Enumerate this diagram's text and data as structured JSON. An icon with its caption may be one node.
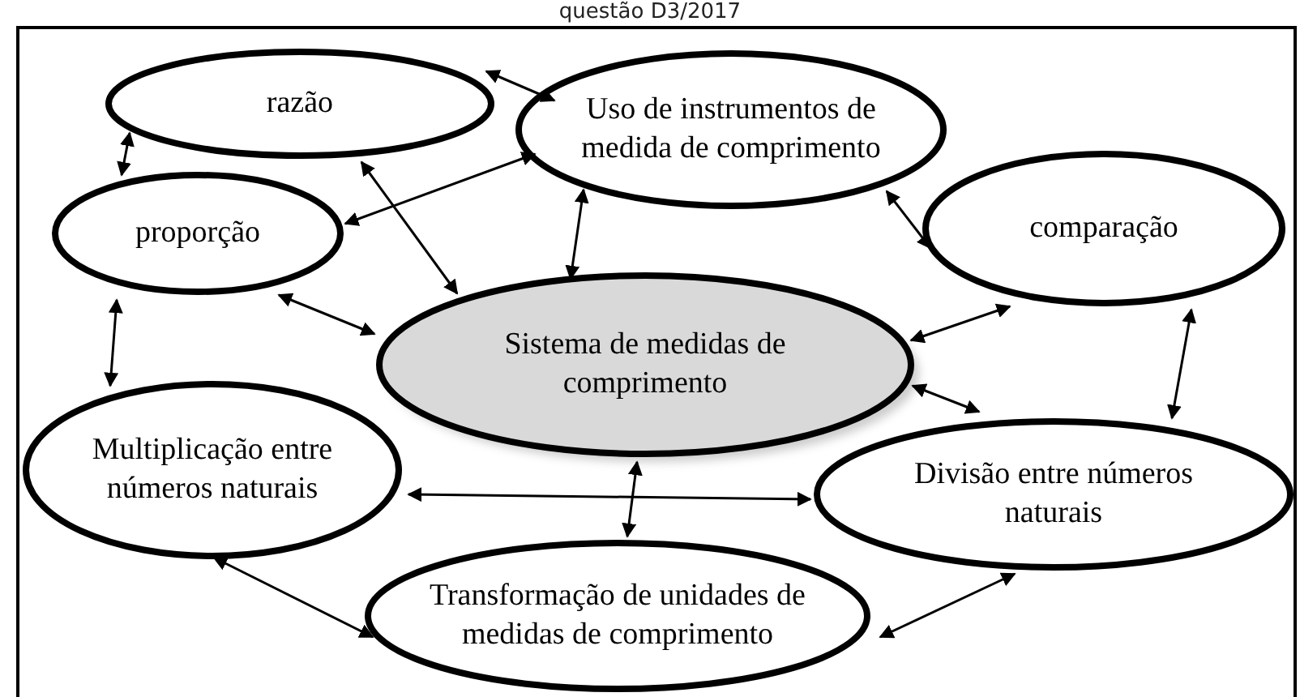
{
  "diagram": {
    "title": "questão D3/2017",
    "nodes": [
      {
        "text": [
          "razão"
        ]
      },
      {
        "text": [
          "Uso de instrumentos de medida de comprimento"
        ]
      },
      {
        "text": [
          "proporção"
        ]
      },
      {
        "text": [
          "comparação"
        ]
      },
      {
        "text": [
          "Sistema de medidas de comprimento"
        ]
      },
      {
        "text": [
          "Multiplicação entre números naturais"
        ]
      },
      {
        "text": [
          "Divisão entre números naturais"
        ]
      },
      {
        "text": [
          "Transformação de unidades de medidas de comprimento"
        ]
      }
    ],
    "edges": [
      {
        "from": 0,
        "to": 1,
        "arrow": "both"
      },
      {
        "from": 0,
        "to": 2,
        "arrow": "both"
      },
      {
        "from": 1,
        "to": 2,
        "arrow": "both"
      },
      {
        "from": 0,
        "to": 4,
        "arrow": "both"
      },
      {
        "from": 1,
        "to": 4,
        "arrow": "both"
      },
      {
        "from": 1,
        "to": 3,
        "arrow": "both"
      },
      {
        "from": 2,
        "to": 4,
        "arrow": "both"
      },
      {
        "from": 2,
        "to": 5,
        "arrow": "both"
      },
      {
        "from": 3,
        "to": 4,
        "arrow": "both"
      },
      {
        "from": 3,
        "to": 6,
        "arrow": "both"
      },
      {
        "from": 4,
        "to": 6,
        "arrow": "both"
      },
      {
        "from": 4,
        "to": 7,
        "arrow": "both"
      },
      {
        "from": 5,
        "to": 6,
        "arrow": "both"
      },
      {
        "from": 5,
        "to": 7,
        "arrow": "both"
      },
      {
        "from": 7,
        "to": 6,
        "arrow": "both"
      }
    ]
  }
}
